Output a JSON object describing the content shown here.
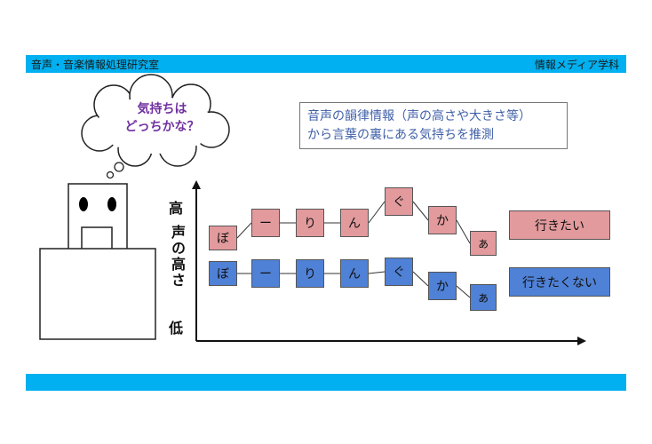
{
  "header": {
    "lab_name": "音声・音楽情報処理研究室",
    "dept_name": "情報メディア学科"
  },
  "thought": {
    "line1": "気持ちは",
    "line2": "どっちかな？"
  },
  "description": {
    "line1": "音声の韻律情報（声の高さや大きさ等）",
    "line2": "から言葉の裏にある気持ちを推測"
  },
  "axis": {
    "high": "高",
    "pitch_label": "声の高さ",
    "low": "低"
  },
  "syllables": [
    "ぼ",
    "ー",
    "り",
    "ん",
    "ぐ",
    "か",
    "ぁ"
  ],
  "series": [
    {
      "result": "行きたい",
      "color": "#e39a9d"
    },
    {
      "result": "行きたくない",
      "color": "#4f81d6"
    }
  ]
}
